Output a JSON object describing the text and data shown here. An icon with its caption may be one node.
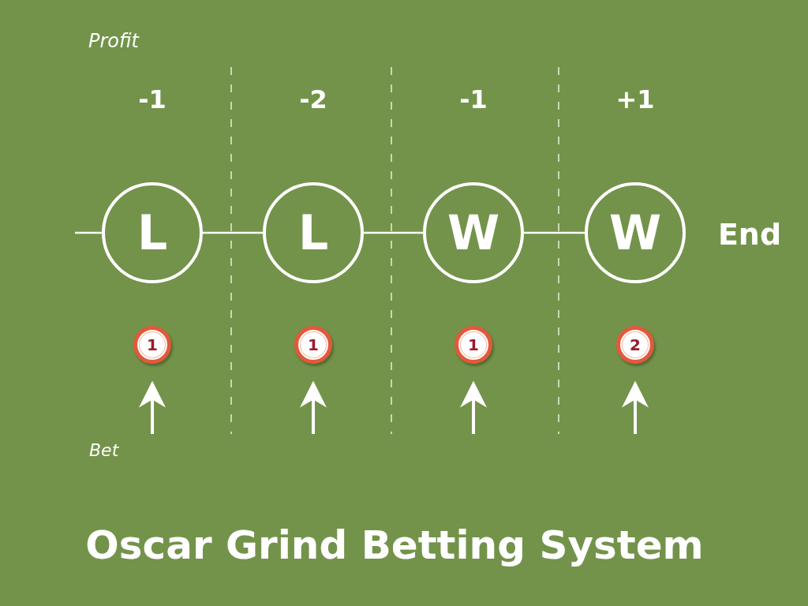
{
  "diagram": {
    "title": "Oscar Grind Betting System",
    "nodes": [
      {
        "text": [
          "L"
        ]
      },
      {
        "text": [
          "L"
        ]
      },
      {
        "text": [
          "W"
        ]
      },
      {
        "text": [
          "W"
        ]
      },
      {
        "text": [
          "End"
        ]
      },
      {
        "text": [
          "1"
        ]
      },
      {
        "text": [
          "1"
        ]
      },
      {
        "text": [
          "1"
        ]
      },
      {
        "text": [
          "2"
        ]
      }
    ],
    "edges": [
      {
        "from": null,
        "to": 0,
        "arrow": "none"
      },
      {
        "from": 0,
        "to": 1,
        "arrow": "none"
      },
      {
        "from": 1,
        "to": 2,
        "arrow": "none"
      },
      {
        "from": 2,
        "to": 3,
        "arrow": "none"
      },
      {
        "from": null,
        "to": 5,
        "arrow": "to"
      },
      {
        "from": null,
        "to": 6,
        "arrow": "to"
      },
      {
        "from": null,
        "to": 7,
        "arrow": "to"
      },
      {
        "from": null,
        "to": 8,
        "arrow": "to"
      }
    ],
    "labels": [
      "Profit",
      "-1",
      "-2",
      "-1",
      "+1",
      "Bet"
    ]
  }
}
